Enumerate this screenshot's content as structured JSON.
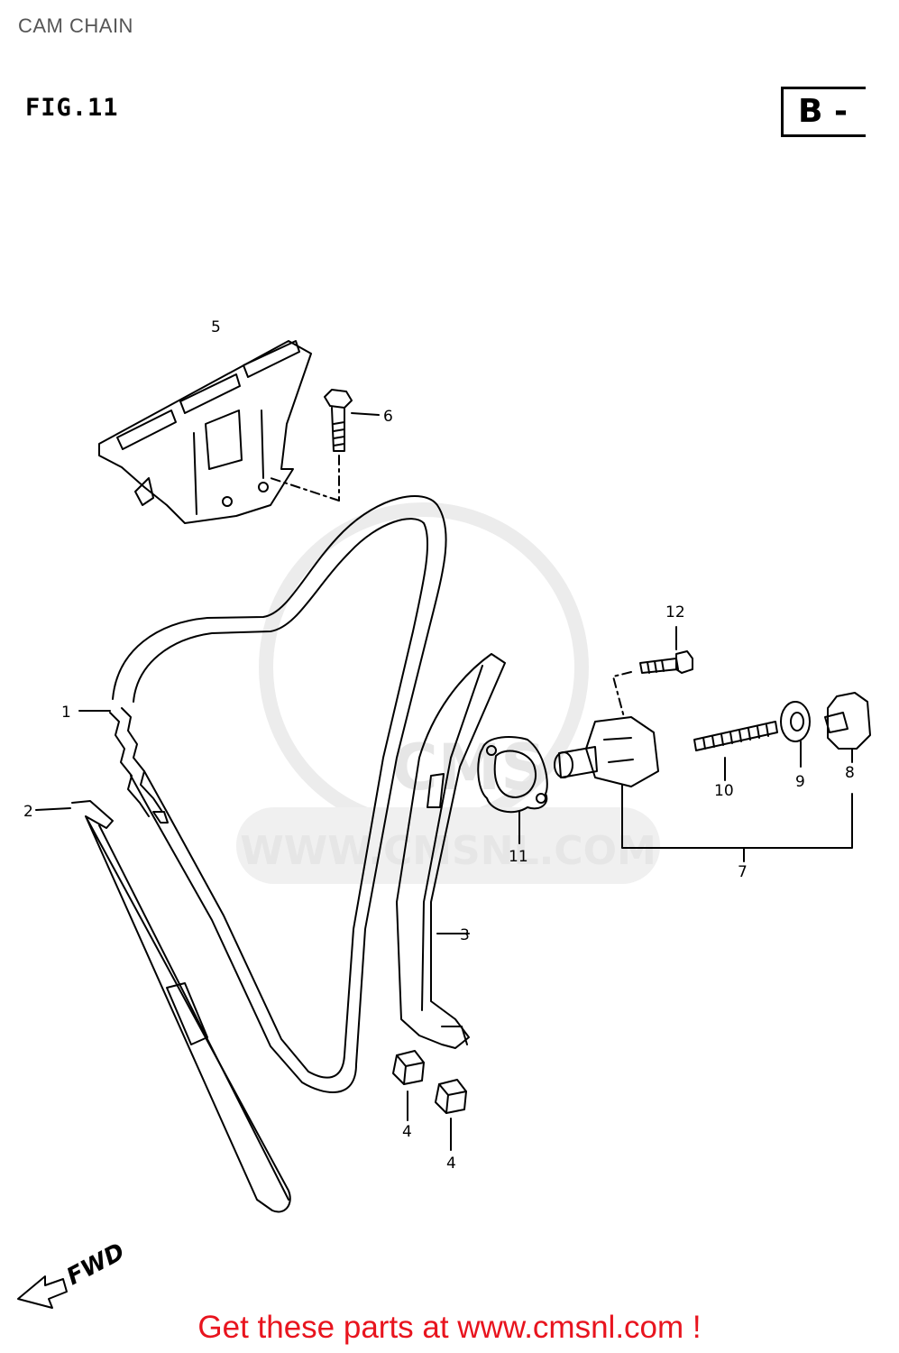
{
  "header": {
    "page_title": "CAM CHAIN",
    "figure_label": "FIG.11",
    "section_code": "B -"
  },
  "diagram": {
    "callouts": {
      "c1": "1",
      "c2": "2",
      "c3": "3",
      "c4a": "4",
      "c4b": "4",
      "c5": "5",
      "c6": "6",
      "c7": "7",
      "c8": "8",
      "c9": "9",
      "c10": "10",
      "c11": "11",
      "c12": "12"
    },
    "direction_label": "FWD",
    "watermark_text": "WWW.CMSNL.COM",
    "watermark_logo": "CMS"
  },
  "footer": {
    "promo_text": "Get these parts at www.cmsnl.com !",
    "promo_color": "#e8141e"
  }
}
